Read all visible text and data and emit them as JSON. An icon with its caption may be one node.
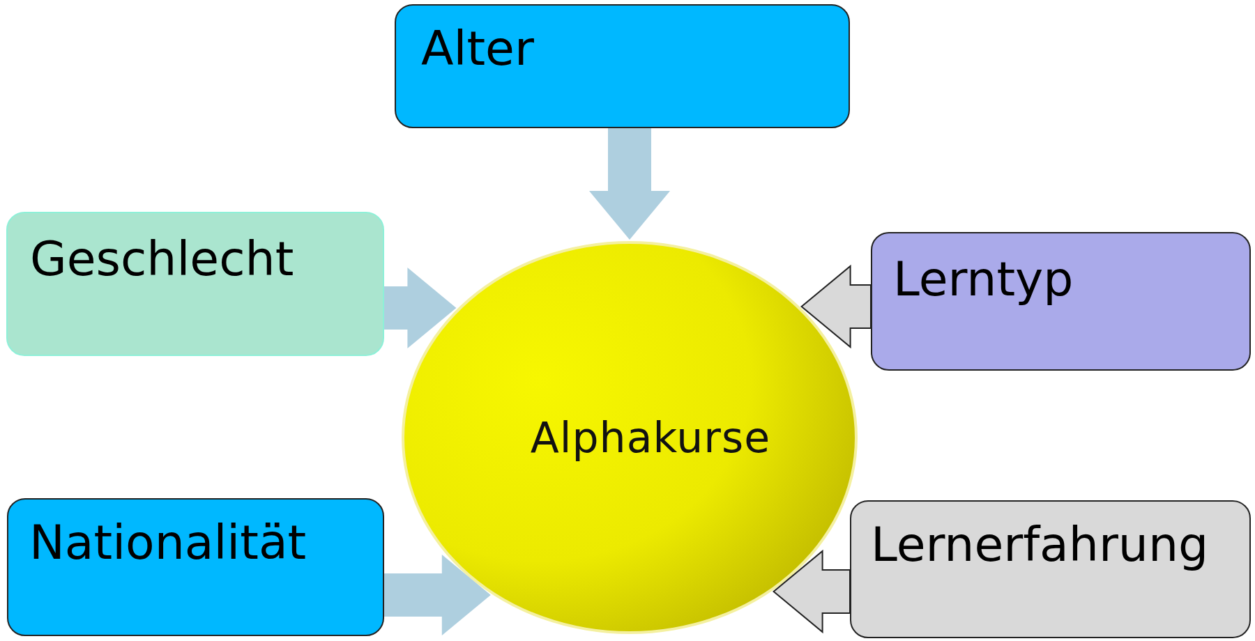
{
  "diagram": {
    "nodes": [
      {
        "text": [
          "Alter"
        ]
      },
      {
        "text": [
          "Geschlecht"
        ]
      },
      {
        "text": [
          "Lerntyp"
        ]
      },
      {
        "text": [
          "Alphakurse"
        ]
      },
      {
        "text": [
          "Nationalität"
        ]
      },
      {
        "text": [
          "Lernerfahrung"
        ]
      }
    ],
    "edges": [
      {
        "from": 0,
        "to": 3,
        "arrow": "to"
      },
      {
        "from": 1,
        "to": 3,
        "arrow": "to"
      },
      {
        "from": 2,
        "to": 3,
        "arrow": "to",
        "color": "#d9d9d9"
      },
      {
        "from": 4,
        "to": 3,
        "arrow": "to"
      },
      {
        "from": 5,
        "to": 3,
        "arrow": "to",
        "color": "#d9d9d9"
      }
    ]
  }
}
